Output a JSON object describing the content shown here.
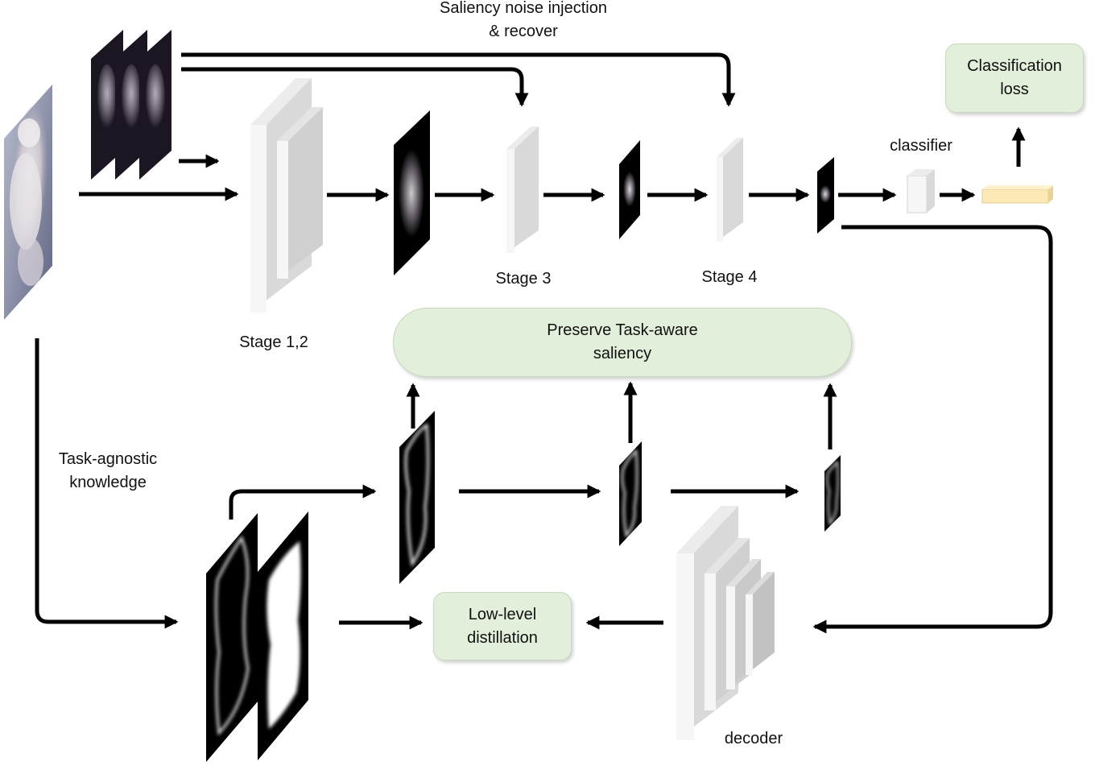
{
  "top_label": {
    "line1": "Saliency noise injection",
    "line2": "& recover"
  },
  "stages": {
    "stage12": "Stage 1,2",
    "stage3": "Stage 3",
    "stage4": "Stage 4"
  },
  "classifier_label": "classifier",
  "classification_loss": {
    "line1": "Classification",
    "line2": "loss"
  },
  "preserve_box": {
    "line1": "Preserve Task-aware",
    "line2": "saliency"
  },
  "task_agnostic": {
    "line1": "Task-agnostic",
    "line2": "knowledge"
  },
  "low_level": {
    "line1": "Low-level",
    "line2": "distillation"
  },
  "decoder_label": "decoder",
  "colors": {
    "arrow": "#000000",
    "box_fill": "#e2efda",
    "box_border": "#c8d9bf",
    "feature_vector": "#fde9b6",
    "block_front": "#f6f6f6",
    "block_side": "#d9d9d9"
  }
}
